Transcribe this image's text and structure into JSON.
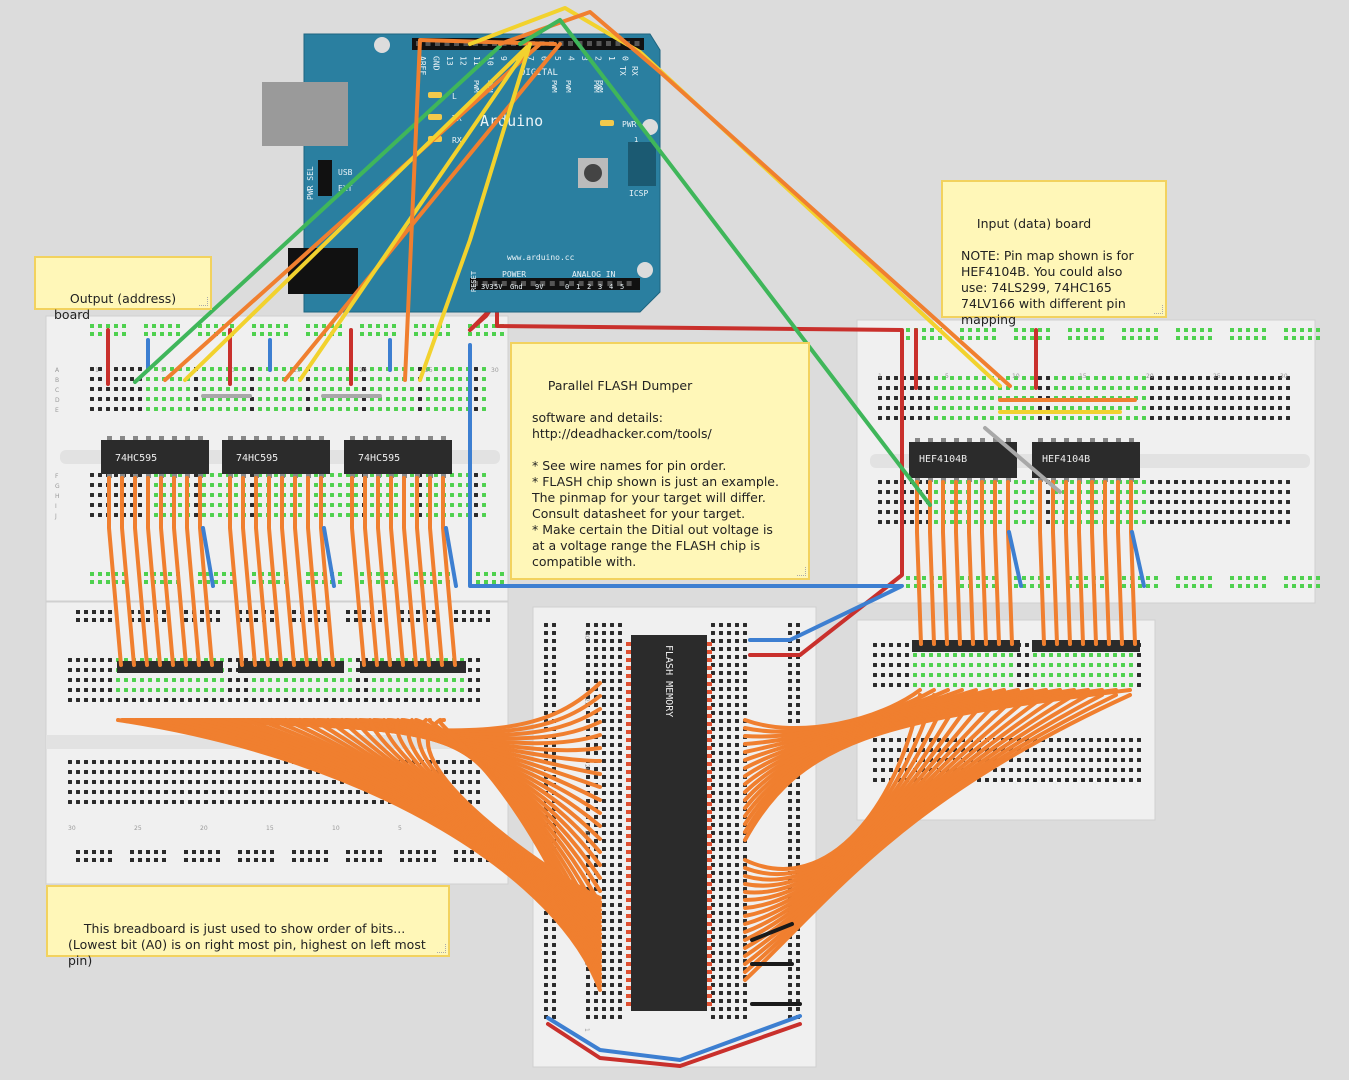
{
  "colors": {
    "background": "#dcdcdc",
    "breadboard": "#f0f0f0",
    "hole": "#2b2b2b",
    "hole_green": "#4fd14f",
    "wire_orange": "#f07f2f",
    "wire_yellow": "#f2d22e",
    "wire_green": "#3fb65a",
    "wire_red": "#c9302c",
    "wire_blue": "#3d7fd1",
    "wire_gray": "#a8a8a8",
    "wire_black": "#1a1a1a",
    "chip": "#2b2b2b",
    "arduino": "#2a7fa0",
    "note_bg": "#fff7b8",
    "note_border": "#f2d25e"
  },
  "arduino": {
    "brand": "Arduino",
    "url": "www.arduino.cc",
    "digital_label": "DIGITAL",
    "pin_numbers": [
      "AREF",
      "GND",
      "13",
      "12",
      "11",
      "10",
      "9",
      "8",
      "7",
      "6",
      "5",
      "4",
      "3",
      "2",
      "1",
      "0"
    ],
    "pwm_labels": [
      "PWM",
      "PWM",
      "PWM",
      "PWM",
      "PWM",
      "PWM"
    ],
    "tx_rx": [
      "TX",
      "RX"
    ],
    "leds": [
      "L",
      "TX",
      "RX"
    ],
    "pwr_label": "PWR",
    "icsp_label": "ICSP",
    "pwr_sel_label": "PWR SEL",
    "usb_label": "USB",
    "ext_label": "EXT",
    "reset_label": "RESET",
    "power_label": "POWER",
    "power_pins": [
      "3V3",
      "5V",
      "Gnd",
      "9V"
    ],
    "analog_label": "ANALOG IN",
    "analog_pins": [
      "0",
      "1",
      "2",
      "3",
      "4",
      "5"
    ],
    "icsp_pin": "1"
  },
  "notes": {
    "output_board": "Output (address) board",
    "input_board": "Input (data) board\n\nNOTE: Pin map shown is for HEF4104B. You could also use: 74LS299, 74HC165 74LV166 with different pin mapping",
    "main": "Parallel FLASH Dumper\n\nsoftware and details:\nhttp://deadhacker.com/tools/\n\n* See wire names for pin order.\n* FLASH chip shown is just an example.  The pinmap for your target will differ. Consult datasheet for your target.\n* Make certain the Ditial out voltage is at a voltage range the FLASH chip is compatible with.",
    "bits": "This breadboard is just used to show order of bits...\n(Lowest bit (A0) is on right most pin, highest on left most pin)"
  },
  "chips": {
    "shift_out": [
      "74HC595",
      "74HC595",
      "74HC595"
    ],
    "shift_in": [
      "HEF4104B",
      "HEF4104B"
    ],
    "flash": "FLASH MEMORY"
  },
  "breadboard_labels": {
    "left_cols": [
      "1",
      "5",
      "10",
      "15",
      "20",
      "25",
      "30"
    ],
    "right_cols": [
      "1",
      "5",
      "10",
      "15",
      "20",
      "25",
      "30"
    ],
    "rows_top": [
      "A",
      "B",
      "C",
      "D",
      "E"
    ],
    "rows_bottom": [
      "F",
      "G",
      "H",
      "I",
      "J"
    ],
    "flash_cols": [
      "30",
      "25",
      "20",
      "15",
      "10",
      "5",
      "1"
    ],
    "bits_cols": [
      "30",
      "25",
      "20",
      "15",
      "10",
      "5",
      "1"
    ]
  }
}
